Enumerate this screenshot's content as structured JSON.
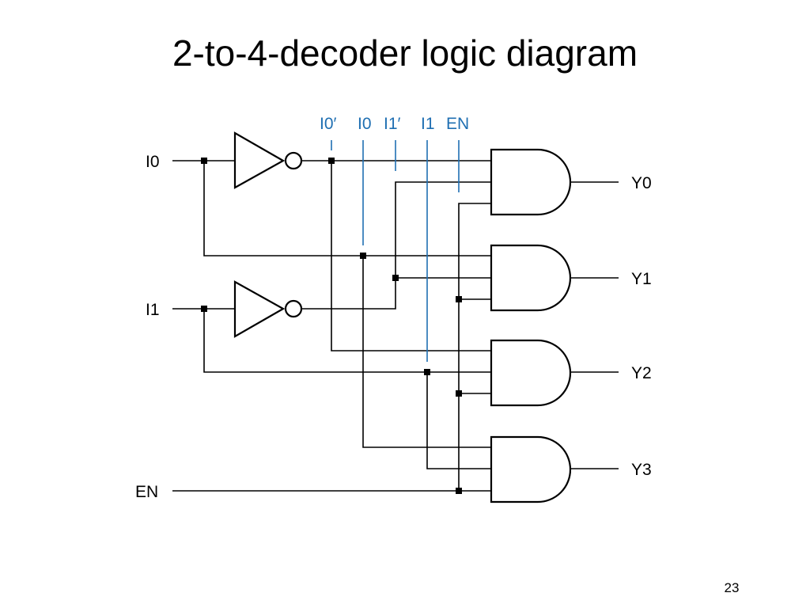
{
  "title": "2-to-4-decoder logic diagram",
  "page_number": "23",
  "diagram": {
    "inputs": [
      "I0",
      "I1",
      "EN"
    ],
    "outputs": [
      "Y0",
      "Y1",
      "Y2",
      "Y3"
    ],
    "bus_labels": [
      "I0′",
      "I0",
      "I1′",
      "I1",
      "EN"
    ],
    "gates": {
      "inverters": [
        "NOT I0",
        "NOT I1"
      ],
      "and_gates": [
        {
          "output": "Y0",
          "inputs": [
            "I0′",
            "I1′",
            "EN"
          ]
        },
        {
          "output": "Y1",
          "inputs": [
            "I0",
            "I1′",
            "EN"
          ]
        },
        {
          "output": "Y2",
          "inputs": [
            "I0′",
            "I1",
            "EN"
          ]
        },
        {
          "output": "Y3",
          "inputs": [
            "I0",
            "I1",
            "EN"
          ]
        }
      ]
    },
    "colors": {
      "wire": "#000000",
      "bus": "#1f6fb2"
    }
  }
}
